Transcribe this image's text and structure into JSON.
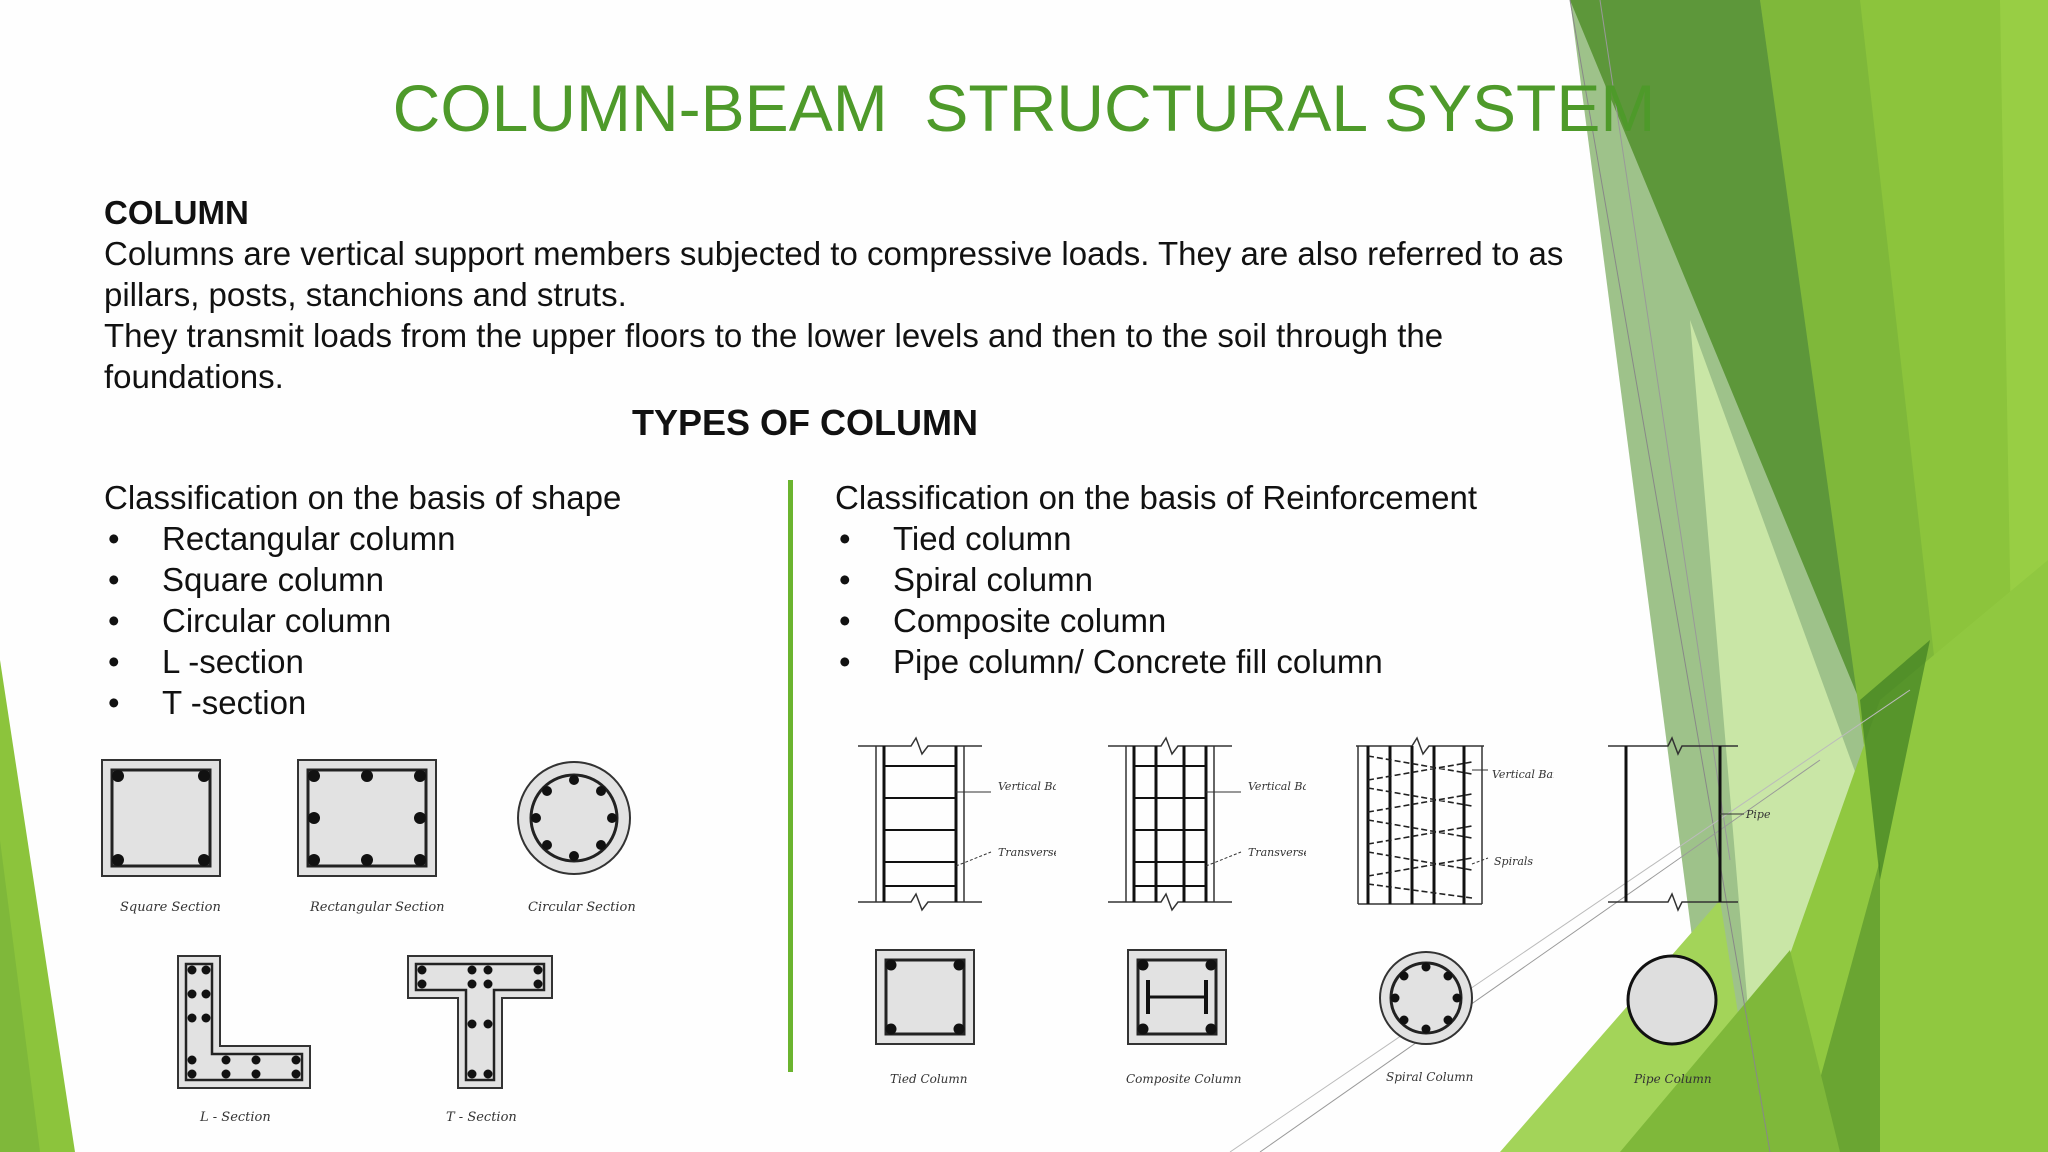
{
  "slide": {
    "title": "COLUMN-BEAM  STRUCTURAL SYSTEM",
    "column_heading": "COLUMN",
    "paragraph_1": "Columns are vertical support members subjected to compressive loads. They are also referred to as pillars, posts, stanchions and struts.",
    "paragraph_2": "They transmit loads from the upper floors to the lower levels and then to the soil through the foundations.",
    "types_title": "TYPES OF COLUMN"
  },
  "shape": {
    "heading": "Classification on the basis of shape",
    "items": [
      "Rectangular column",
      "Square column",
      "Circular column",
      "L  -section",
      "T  -section"
    ]
  },
  "reinforcement": {
    "heading": "Classification on the basis of Reinforcement",
    "items": [
      "Tied column",
      "Spiral column",
      "Composite column",
      "Pipe column/ Concrete fill column"
    ]
  },
  "shape_figures": {
    "square": "Square Section",
    "rectangular": "Rectangular Section",
    "circular": "Circular Section",
    "l_section": "L - Section",
    "t_section": "T - Section"
  },
  "reinforcement_figures": {
    "vertical_bars": "Vertical Bars",
    "transverse_ties": "Transverse Ties",
    "spirals": "Spirals",
    "pipe": "Pipe",
    "tied": "Tied Column",
    "composite": "Composite Column",
    "spiral": "Spiral Column",
    "pipe_column": "Pipe Column"
  },
  "colors": {
    "title_green": "#4e9a2a",
    "divider_green": "#6bb42f",
    "deco_dark_green": "#4f8f2a",
    "deco_light_green": "#8cc43c"
  }
}
